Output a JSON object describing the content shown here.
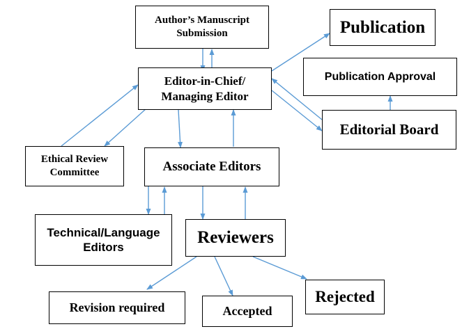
{
  "diagram": {
    "nodes": {
      "manuscript": {
        "label": "Author’s Manuscript\nSubmission"
      },
      "editor_in_chief": {
        "label": "Editor-in-Chief/\nManaging Editor"
      },
      "publication": {
        "label": "Publication"
      },
      "publication_approval": {
        "label": "Publication  Approval"
      },
      "editorial_board": {
        "label": "Editorial Board"
      },
      "ethical_review": {
        "label": "Ethical Review\nCommittee"
      },
      "associate_editors": {
        "label": "Associate Editors"
      },
      "technical_editors": {
        "label": "Technical/Language\nEditors"
      },
      "reviewers": {
        "label": "Reviewers"
      },
      "revision_required": {
        "label": "Revision required"
      },
      "accepted": {
        "label": "Accepted"
      },
      "rejected": {
        "label": "Rejected"
      }
    },
    "arrow_color": "#5b9bd5",
    "border_color": "#000000"
  }
}
